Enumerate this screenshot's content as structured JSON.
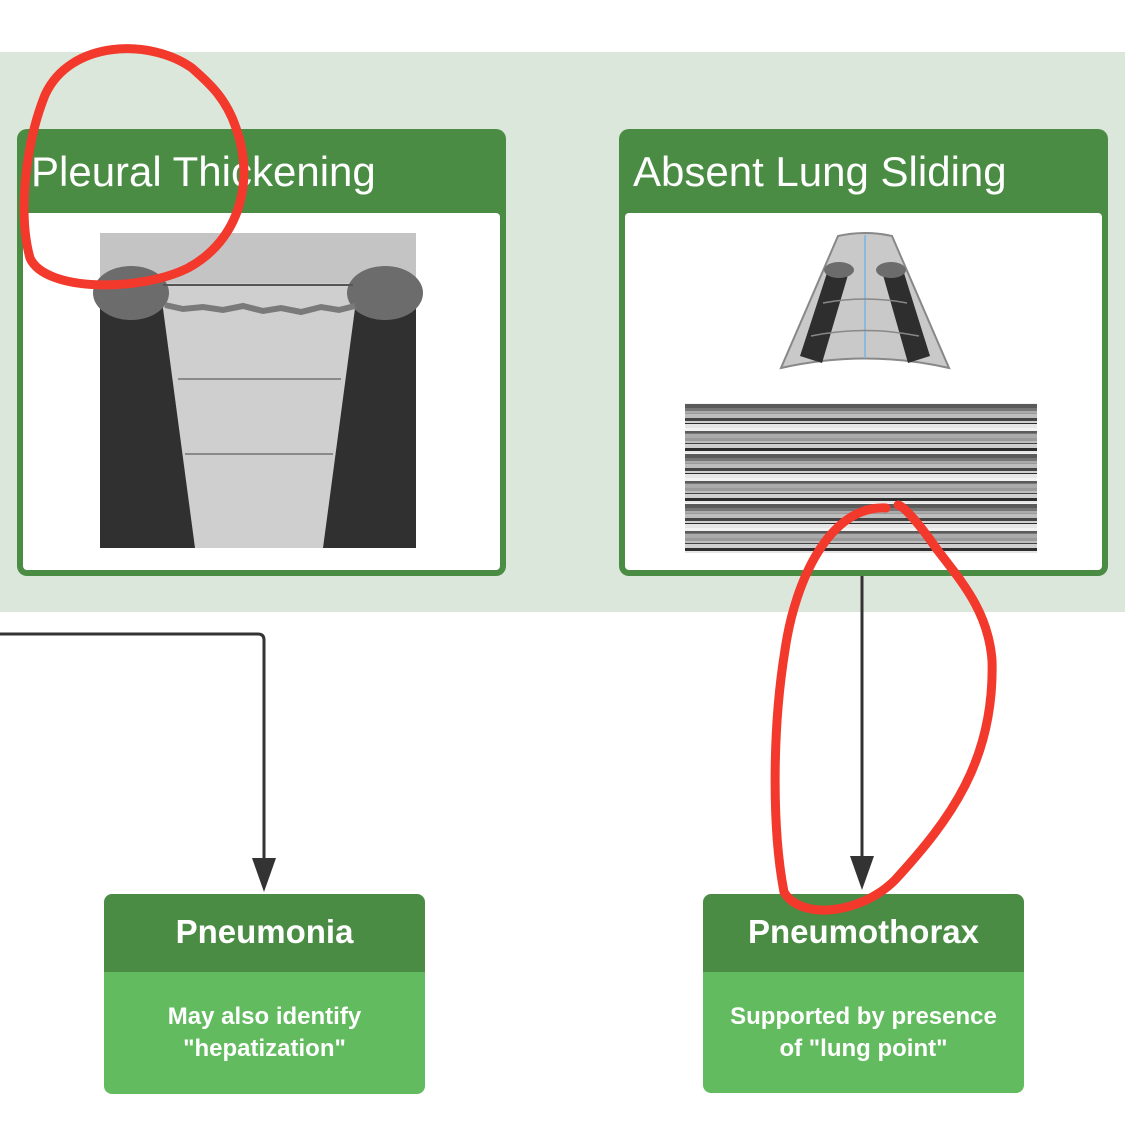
{
  "findings": [
    {
      "title": "Pleural Thickening"
    },
    {
      "title": "Absent Lung Sliding"
    }
  ],
  "results": [
    {
      "title": "Pneumonia",
      "note": "May also identify \"hepatization\""
    },
    {
      "title": "Pneumothorax",
      "note": "Supported by presence of \"lung point\""
    }
  ],
  "colors": {
    "card_header": "#4b8c45",
    "note_fill": "#63bb5f",
    "band": "#dbe7da",
    "annotation": "#f2392c"
  }
}
